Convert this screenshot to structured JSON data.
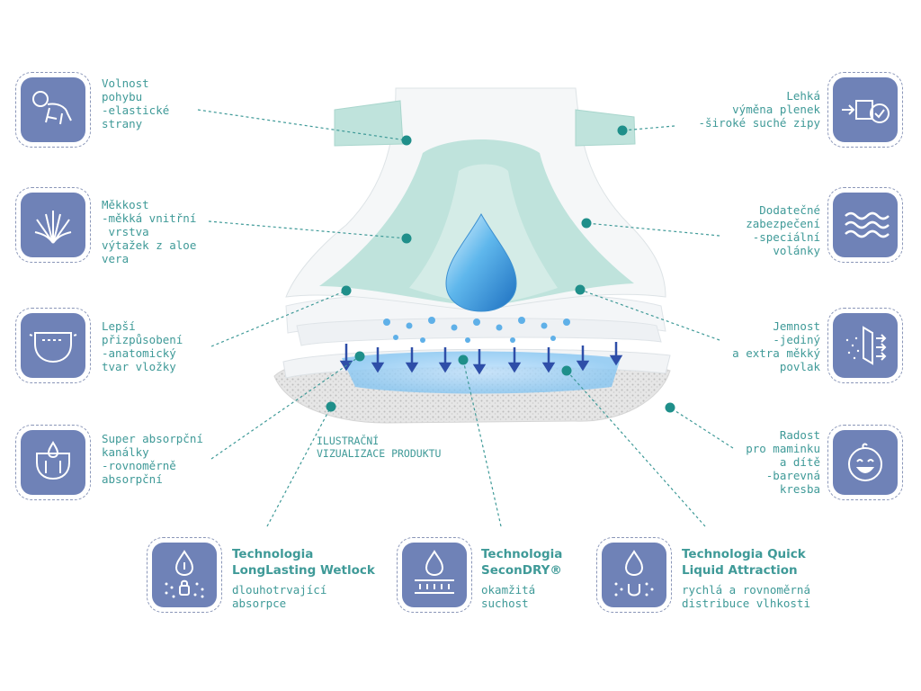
{
  "colors": {
    "accent": "#3f9a98",
    "tile": "#6f82b7",
    "mint": "#b9e0da",
    "dot": "#1f8f8a",
    "arrow": "#2e4ea8"
  },
  "features_left": [
    {
      "id": "volnost",
      "icon": "baby-crawling-icon",
      "lines": [
        "Volnost",
        "pohybu",
        "-elastické",
        "strany"
      ]
    },
    {
      "id": "mekkost",
      "icon": "aloe-plant-icon",
      "lines": [
        "Měkkost",
        "-měkká vnitřní",
        " vrstva",
        "výtažek z aloe",
        "vera"
      ]
    },
    {
      "id": "prizpusobeni",
      "icon": "diaper-shape-icon",
      "lines": [
        "Lepší",
        "přizpůsobení",
        "-anatomický",
        "tvar vložky"
      ]
    },
    {
      "id": "kanalky",
      "icon": "absorbent-channels-icon",
      "lines": [
        "Super absorpční",
        "kanálky",
        "-rovnoměrně",
        "absorpční"
      ]
    }
  ],
  "features_right": [
    {
      "id": "vymena",
      "icon": "diaper-change-icon",
      "lines": [
        "Lehká",
        "výměna plenek",
        "-široké suché zipy"
      ]
    },
    {
      "id": "zabezpeceni",
      "icon": "waves-icon",
      "lines": [
        "Dodatečné",
        "zabezpečení",
        "-speciální",
        "volánky"
      ]
    },
    {
      "id": "jemnost",
      "icon": "soft-layer-icon",
      "lines": [
        "Jemnost",
        "-jediný",
        "a extra měkký",
        "povlak"
      ]
    },
    {
      "id": "radost",
      "icon": "happy-baby-icon",
      "lines": [
        "Radost",
        "pro maminku",
        "a dítě",
        "-barevná",
        "kresba"
      ]
    }
  ],
  "technologies": [
    {
      "id": "wetlock",
      "icon": "droplet-lock-icon",
      "title": [
        "Technologia",
        "LongLasting Wetlock"
      ],
      "desc": [
        "dlouhotrvající",
        "absorpce"
      ]
    },
    {
      "id": "secondry",
      "icon": "droplet-layers-icon",
      "title": [
        "Technologia",
        "SeconDRY®"
      ],
      "desc": [
        "okamžitá",
        "suchost"
      ]
    },
    {
      "id": "quick",
      "icon": "droplet-magnet-icon",
      "title": [
        "Technologia Quick",
        "Liquid Attraction"
      ],
      "desc": [
        "rychlá a rovnoměrná",
        "distribuce vlhkosti"
      ]
    }
  ],
  "caption": [
    "ILUSTRAČNÍ",
    "VIZUALIZACE PRODUKTU"
  ]
}
